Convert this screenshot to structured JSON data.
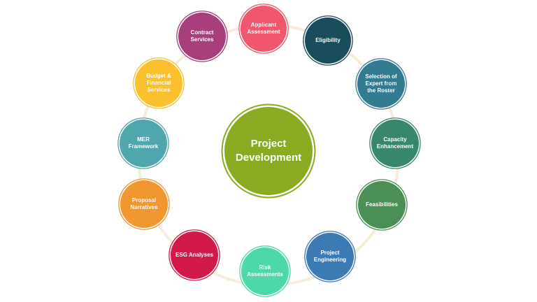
{
  "center": {
    "label": "Project Development",
    "color": "#8aaa22"
  },
  "ring_color": "#f6ecd9",
  "nodes": [
    {
      "label": "Applicant Assessment",
      "color": "#f0566c"
    },
    {
      "label": "Eligibility",
      "color": "#194d5c"
    },
    {
      "label": "Selection of Expert from the Roster",
      "color": "#327b91"
    },
    {
      "label": "Capacity Enhancement",
      "color": "#39866e"
    },
    {
      "label": "Feasibilities",
      "color": "#4a8f56"
    },
    {
      "label": "Project Engineering",
      "color": "#3c7ab3"
    },
    {
      "label": "Risk Assessments",
      "color": "#4dd8a9"
    },
    {
      "label": "ESG Analyses",
      "color": "#d3184a"
    },
    {
      "label": "Proposal Narratives",
      "color": "#f09730"
    },
    {
      "label": "MER Framework",
      "color": "#50a6ad"
    },
    {
      "label": "Budget & Financial Services",
      "color": "#fbc02d"
    },
    {
      "label": "Contract Services",
      "color": "#a83e7b"
    }
  ]
}
